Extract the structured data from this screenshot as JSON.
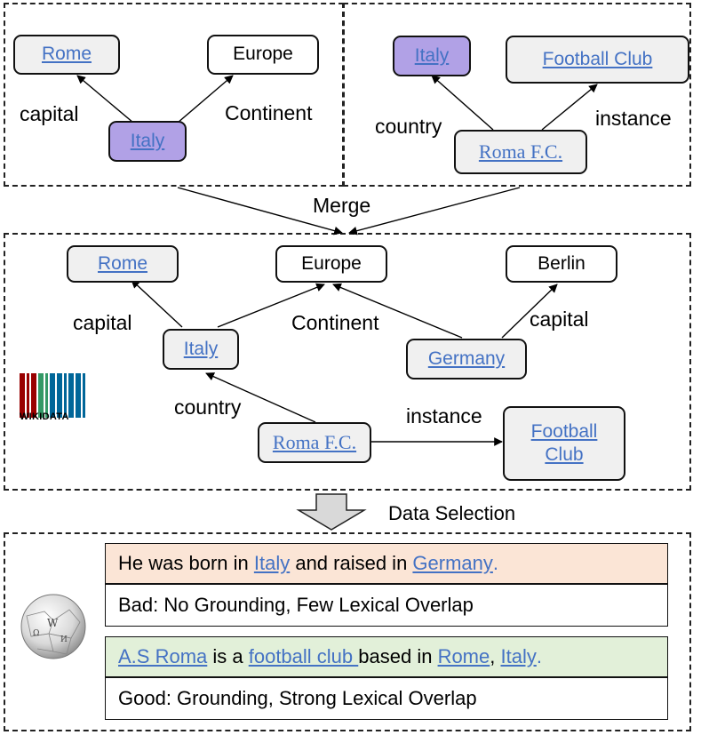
{
  "graphs": {
    "top_left": {
      "nodes": {
        "rome": "Rome",
        "europe": "Europe",
        "italy": "Italy"
      },
      "edges": {
        "capital": "capital",
        "continent": "Continent"
      }
    },
    "top_right": {
      "nodes": {
        "italy": "Italy",
        "football_club": "Football Club",
        "roma_fc": "Roma F.C."
      },
      "edges": {
        "country": "country",
        "instance": "instance"
      }
    },
    "merge_label": "Merge",
    "merged": {
      "nodes": {
        "rome": "Rome",
        "europe": "Europe",
        "berlin": "Berlin",
        "italy": "Italy",
        "germany": "Germany",
        "roma_fc": "Roma F.C.",
        "football": "Football",
        "club": "Club"
      },
      "edges": {
        "capital_left": "capital",
        "continent": "Continent",
        "capital_right": "capital",
        "country": "country",
        "instance": "instance"
      },
      "logo_text": "WIKIDATA"
    }
  },
  "data_selection_label": "Data Selection",
  "sentences": {
    "bad": {
      "t1": "He was born in ",
      "l1": "Italy",
      "t2": " and raised in ",
      "l2": "Germany",
      "t3": ".",
      "verdict": "Bad: No Grounding, Few Lexical Overlap"
    },
    "good": {
      "l1": "A.S Roma",
      "t1": " is a ",
      "l2": "football club ",
      "t2": "based in ",
      "l3": "Rome",
      "t3": ", ",
      "l4": "Italy",
      "t4": ".",
      "verdict": "Good: Grounding, Strong Lexical Overlap"
    }
  },
  "colors": {
    "link": "#4472c4",
    "highlight_node": "#b1a1e6",
    "node_fill": "#f0f0f0",
    "bad_fill": "#fbe5d6",
    "good_fill": "#e2f0d9"
  }
}
